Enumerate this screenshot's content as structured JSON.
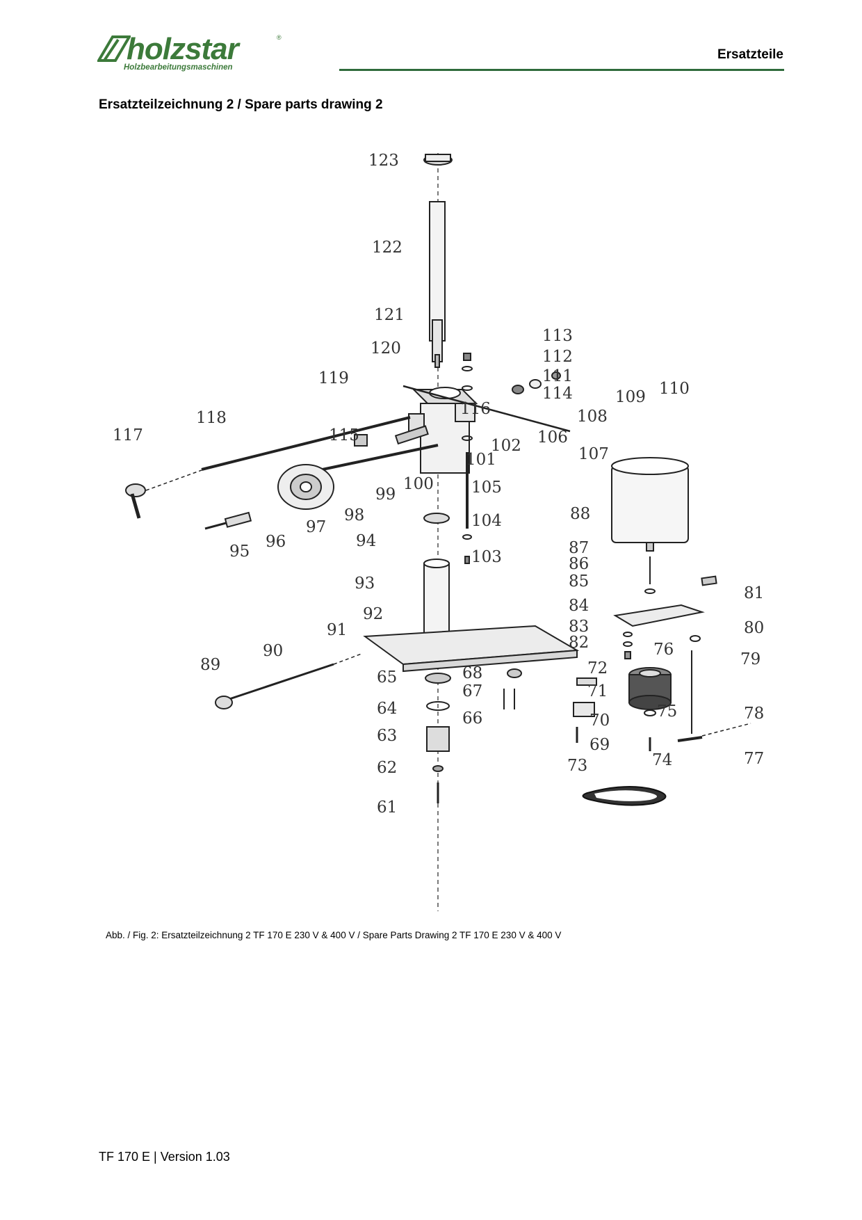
{
  "header": {
    "brand": "holzstar",
    "brand_sub": "Holzbearbeitungsmaschinen",
    "registered_mark": "®",
    "section_label": "Ersatzteile",
    "brand_color": "#3c7a3a",
    "rule_color": "#2f6b3b"
  },
  "title": "Ersatzteilzeichnung 2 / Spare parts drawing 2",
  "drawing": {
    "callouts": [
      "123",
      "122",
      "121",
      "120",
      "119",
      "118",
      "117",
      "116",
      "115",
      "114",
      "113",
      "112",
      "111",
      "110",
      "109",
      "108",
      "107",
      "106",
      "105",
      "104",
      "103",
      "102",
      "101",
      "100",
      "99",
      "98",
      "97",
      "96",
      "95",
      "94",
      "93",
      "92",
      "91",
      "90",
      "89",
      "88",
      "87",
      "86",
      "85",
      "84",
      "83",
      "82",
      "81",
      "80",
      "79",
      "78",
      "77",
      "76",
      "75",
      "74",
      "73",
      "72",
      "71",
      "70",
      "69",
      "68",
      "67",
      "66",
      "65",
      "64",
      "63",
      "62",
      "61"
    ]
  },
  "caption": "Abb. / Fig. 2: Ersatzteilzeichnung 2 TF 170 E 230 V & 400 V / Spare Parts Drawing 2 TF 170 E 230 V & 400 V",
  "footer": "TF 170 E | Version 1.03"
}
